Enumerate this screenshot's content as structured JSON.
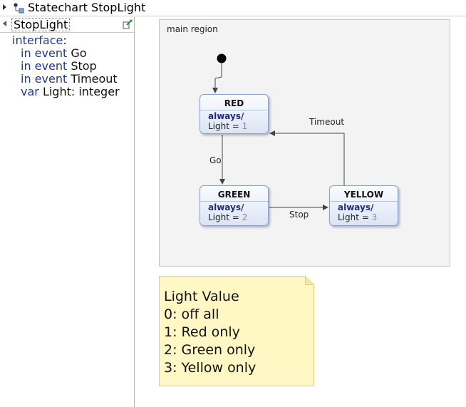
{
  "header": {
    "title": "Statechart StopLight"
  },
  "definition": {
    "name": "StopLight",
    "lines": [
      {
        "keyword": "interface",
        "text": ":"
      },
      {
        "keyword": "in event",
        "text": " Go"
      },
      {
        "keyword": "in event",
        "text": " Stop"
      },
      {
        "keyword": "in event",
        "text": " Timeout"
      },
      {
        "keyword": "var",
        "text": " Light: integer"
      }
    ]
  },
  "diagram": {
    "region_label": "main region",
    "states": {
      "red": {
        "name": "RED",
        "trigger": "always/",
        "action_prefix": "Light = ",
        "action_value": "1"
      },
      "green": {
        "name": "GREEN",
        "trigger": "always/",
        "action_prefix": "Light = ",
        "action_value": "2"
      },
      "yellow": {
        "name": "YELLOW",
        "trigger": "always/",
        "action_prefix": "Light = ",
        "action_value": "3"
      }
    },
    "transitions": {
      "go": "Go",
      "stop": "Stop",
      "timeout": "Timeout"
    }
  },
  "note": {
    "lines": [
      "Light Value",
      "0: off all",
      "1: Red only",
      "2: Green only",
      "3: Yellow only"
    ]
  },
  "colors": {
    "keyword": "#1f3a93",
    "state_fill": "#dbe4f6",
    "note_fill": "#fff8c4"
  }
}
